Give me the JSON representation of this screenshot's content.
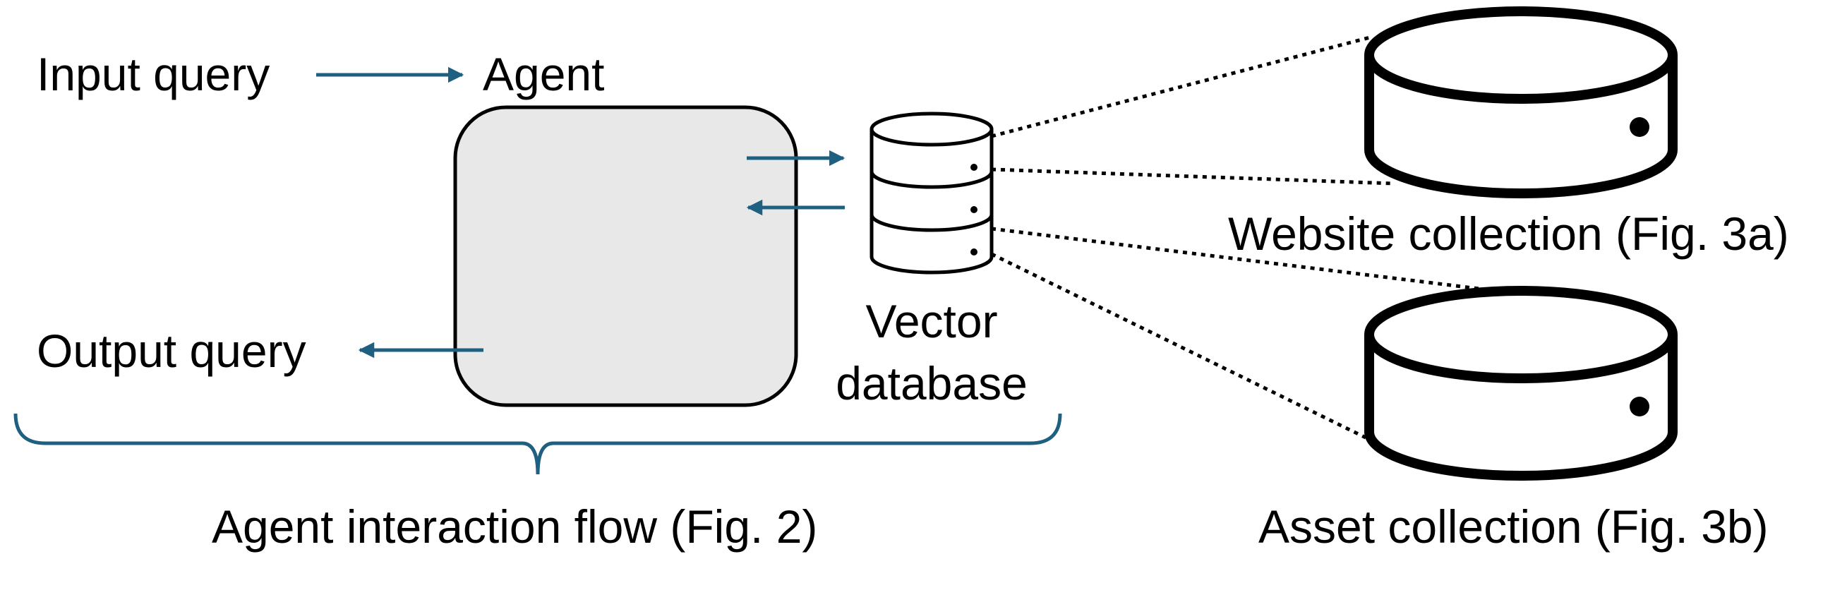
{
  "labels": {
    "input_query": "Input query",
    "agent": "Agent",
    "output_query": "Output query",
    "vector_line1": "Vector",
    "vector_line2": "database",
    "website_collection": "Website collection (Fig. 3a)",
    "asset_collection": "Asset collection (Fig. 3b)",
    "agent_flow": "Agent interaction flow (Fig. 2)"
  },
  "colors": {
    "arrow": "#1f5f80",
    "brace": "#1f5f80",
    "agent_box_fill": "#e8e8e8",
    "stroke": "#000000"
  }
}
